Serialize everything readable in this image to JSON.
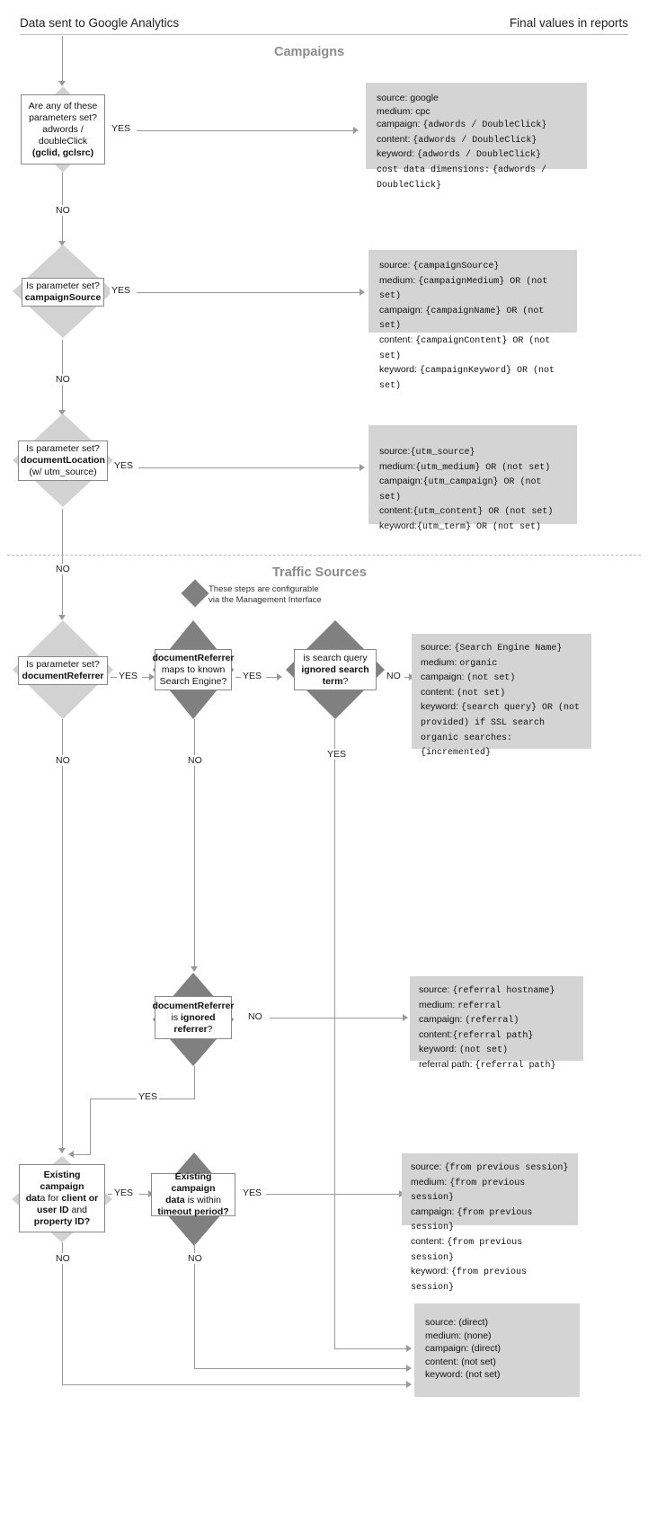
{
  "header": {
    "left": "Data sent to Google Analytics",
    "right": "Final values in reports"
  },
  "sections": [
    {
      "id": "campaigns",
      "title": "Campaigns"
    },
    {
      "id": "traffic",
      "title": "Traffic Sources"
    }
  ],
  "note": {
    "line1": "These steps are configurable",
    "line2": "via the Management Interface"
  },
  "labels": {
    "yes": "YES",
    "no": "NO"
  },
  "nodes": {
    "adwords": {
      "l1": "Are any of these",
      "l2": "parameters set?",
      "l3": "adwords /",
      "l4": "doubleClick",
      "l5_bold": "(gclid, gclsrc)"
    },
    "campaign_source": {
      "l1": "Is parameter set?",
      "l2_bold": "campaignSource"
    },
    "document_location": {
      "l1": "Is parameter set?",
      "l2_bold": "documentLocation",
      "l3": "(w/ utm_source)"
    },
    "document_referrer": {
      "l1": "Is parameter set?",
      "l2_bold": "documentReferrer"
    },
    "maps_search_engine": {
      "l1_bold": "documentReferrer",
      "l2": "maps to known",
      "l3": "Search Engine?"
    },
    "ignored_search_term": {
      "l1": "is search query",
      "l2_bold": "ignored search",
      "l3_bold": "term",
      "l3_tail": "?"
    },
    "ignored_referrer": {
      "l1_bold": "documentReferrer",
      "l2a": "is ",
      "l2_bold": "ignored",
      "l3_bold": "referrer",
      "l3_tail": "?"
    },
    "existing_campaign_id": {
      "l1_bold": "Existing campaign",
      "l2a_bold": "dat",
      "l2b": "a for ",
      "l2c_bold": "client or",
      "l3_bold": "user ID",
      "l3b": " and",
      "l4_bold": "property ID?"
    },
    "existing_campaign_timeout": {
      "l1_bold": "Existing campaign",
      "l2a_bold": "data",
      "l2b": " is within",
      "l3_bold": "timeout period?"
    }
  },
  "results": {
    "adwords": [
      {
        "key": "source:",
        "val": "google",
        "mono": false
      },
      {
        "key": "medium:",
        "val": "cpc",
        "mono": false
      },
      {
        "key": "campaign:",
        "val": "{adwords / DoubleClick}",
        "mono": true
      },
      {
        "key": "content:",
        "val": "{adwords / DoubleClick}",
        "mono": true
      },
      {
        "key": "keyword:",
        "val": "{adwords / DoubleClick}",
        "mono": true
      },
      {
        "key": "cost data dimensions:",
        "val": "{adwords / DoubleClick}",
        "mono": true
      }
    ],
    "campaign_source": [
      {
        "key": "source:",
        "val": "{campaignSource}",
        "mono": true
      },
      {
        "key": "medium:",
        "val": "{campaignMedium} OR (not set)",
        "mono": true
      },
      {
        "key": "campaign:",
        "val": "{campaignName} OR (not set)",
        "mono": true
      },
      {
        "key": "content:",
        "val": "{campaignContent} OR (not set)",
        "mono": true
      },
      {
        "key": "keyword:",
        "val": "{campaignKeyword} OR (not set)",
        "mono": true
      }
    ],
    "document_location": [
      {
        "key": "source:",
        "val": "{utm_source}",
        "mono": true
      },
      {
        "key": "medium:",
        "val": "{utm_medium} OR (not set)",
        "mono": true
      },
      {
        "key": "campaign:",
        "val": "{utm_campaign} OR (not set)",
        "mono": true
      },
      {
        "key": "content:",
        "val": "{utm_content} OR (not set)",
        "mono": true
      },
      {
        "key": "keyword:",
        "val": "{utm_term} OR (not set)",
        "mono": true
      }
    ],
    "organic": [
      {
        "key": "source:",
        "val": "{Search Engine Name}",
        "mono": true
      },
      {
        "key": "medium:",
        "val": "organic",
        "mono": true
      },
      {
        "key": "campaign:",
        "val": "(not set)",
        "mono": true
      },
      {
        "key": "content:",
        "val": "(not set)",
        "mono": true
      },
      {
        "key": "keyword:",
        "val": "{search query} OR (not",
        "mono": true
      },
      {
        "key": "",
        "val": "provided) if SSL search",
        "mono": true
      },
      {
        "key": "",
        "val": "organic searches: {incremented}",
        "mono": true
      }
    ],
    "referral": [
      {
        "key": "source:",
        "val": "{referral hostname}",
        "mono": true
      },
      {
        "key": "medium:",
        "val": "referral",
        "mono": true
      },
      {
        "key": "campaign:",
        "val": "(referral)",
        "mono": true
      },
      {
        "key": "content:",
        "val": "{referral path}",
        "mono": true
      },
      {
        "key": "keyword:",
        "val": "(not set)",
        "mono": true
      },
      {
        "key": "referral path:",
        "val": "{referral path}",
        "mono": true
      }
    ],
    "previous_session": [
      {
        "key": "source:",
        "val": "{from previous session}",
        "mono": true
      },
      {
        "key": "medium:",
        "val": "{from previous session}",
        "mono": true
      },
      {
        "key": "campaign:",
        "val": "{from previous session}",
        "mono": true
      },
      {
        "key": "content:",
        "val": "{from previous session}",
        "mono": true
      },
      {
        "key": "keyword:",
        "val": "{from previous session}",
        "mono": true
      }
    ],
    "direct": [
      {
        "key": "source:",
        "val": "(direct)",
        "mono": false
      },
      {
        "key": "medium:",
        "val": "(none)",
        "mono": false
      },
      {
        "key": "campaign:",
        "val": "(direct)",
        "mono": false
      },
      {
        "key": "content:",
        "val": "(not set)",
        "mono": false
      },
      {
        "key": "keyword:",
        "val": "(not set)",
        "mono": false
      }
    ]
  },
  "colors": {
    "diamond_light": "#d2d2d2",
    "diamond_dark": "#808080",
    "result_bg": "#d4d4d4",
    "line": "#9a9a9a",
    "section_title": "#8c8c8c"
  }
}
